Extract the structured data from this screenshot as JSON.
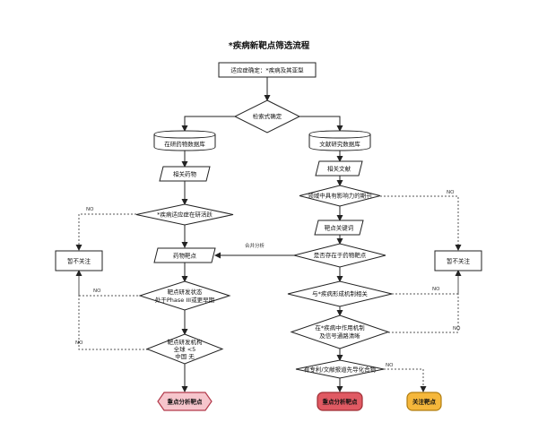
{
  "title": "*疾病新靶点筛选流程",
  "nodes": {
    "indication": "适应症确定：*疾病及其亚型",
    "search_method": "检索式确定",
    "db_drug": "在研药物数据库",
    "db_lit": "文献研究数据库",
    "related_drugs": "相关药物",
    "related_lit": "相关文献",
    "disease_active": "*疾病适应症在研活跃",
    "impact_period": "领域中具有影响力的期刊",
    "drug_target": "药物靶点",
    "target_keyword": "靶点关键词",
    "exists_drug_target": "是否存在于药物靶点",
    "no_focus_left": "暂不关注",
    "no_focus_right": "暂不关注",
    "dev_status": [
      "靶点研发状态",
      "处于Phase III或更早期"
    ],
    "mechanism": "与*疾病形成机制相关",
    "pathway": [
      "在*疾病中作用机制",
      "及信号通路清晰"
    ],
    "global_mech": [
      "靶点研发机构",
      "全球 <5",
      "中国   无"
    ],
    "patent": "有专利/文献报道先导化合物",
    "end_key_left": "重点分析靶点",
    "end_key_mid": "重点分析靶点",
    "end_focus": "关注靶点"
  },
  "edges": {
    "merge": "合并分析",
    "no": "NO"
  },
  "colors": {
    "end_key_left_fill": "#f6c5cc",
    "end_key_left_stroke": "#b23a4b",
    "end_key_mid_fill": "#e05a63",
    "end_key_mid_stroke": "#9e2c33",
    "end_focus_fill": "#f5b73b",
    "end_focus_stroke": "#b07d10"
  }
}
